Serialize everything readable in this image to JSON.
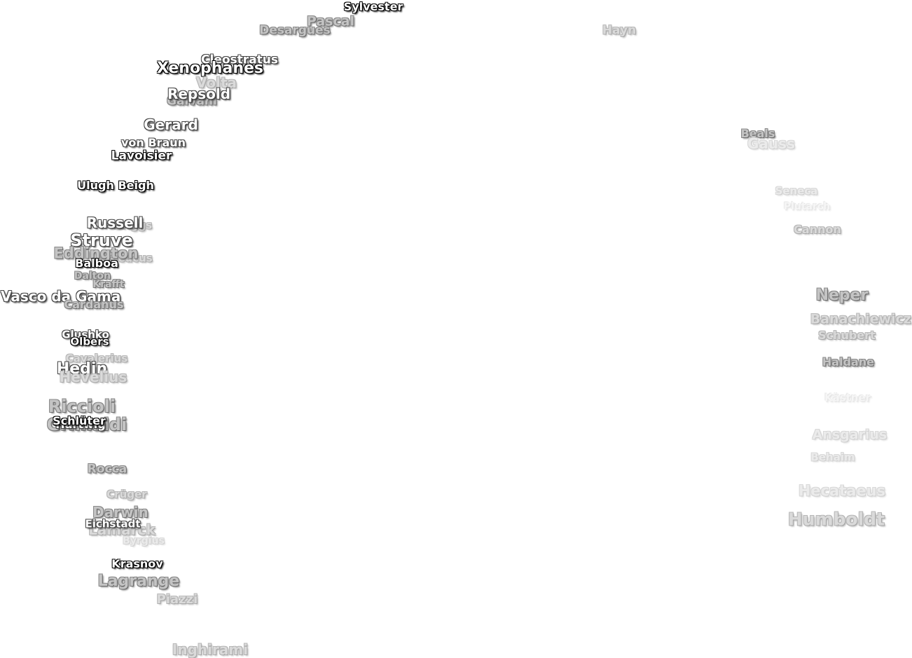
{
  "map_labels": [
    {
      "name": "Sylvester",
      "tone": 0
    },
    {
      "name": "Pascal",
      "tone": 2
    },
    {
      "name": "Desargues",
      "tone": 2
    },
    {
      "name": "Hayn",
      "tone": 3
    },
    {
      "name": "Cleostratus",
      "tone": 1
    },
    {
      "name": "Xenophanes",
      "tone": 0
    },
    {
      "name": "Volta",
      "tone": 3
    },
    {
      "name": "Galvani",
      "tone": 2
    },
    {
      "name": "Repsold",
      "tone": 1
    },
    {
      "name": "Gerard",
      "tone": 1
    },
    {
      "name": "von Braun",
      "tone": 1
    },
    {
      "name": "Lavoisier",
      "tone": 0
    },
    {
      "name": "Ulugh Beigh",
      "tone": 0
    },
    {
      "name": "Briggs",
      "tone": 3
    },
    {
      "name": "Russell",
      "tone": 1
    },
    {
      "name": "Struve",
      "tone": 1
    },
    {
      "name": "Seleucus",
      "tone": 3
    },
    {
      "name": "Eddington",
      "tone": 2
    },
    {
      "name": "Balboa",
      "tone": 0
    },
    {
      "name": "Dalton",
      "tone": 2
    },
    {
      "name": "Krafft",
      "tone": 2
    },
    {
      "name": "Vasco da Gama",
      "tone": 1
    },
    {
      "name": "Cardanus",
      "tone": 2
    },
    {
      "name": "Glushko",
      "tone": 1
    },
    {
      "name": "Olbers",
      "tone": 0
    },
    {
      "name": "Cavalerius",
      "tone": 3
    },
    {
      "name": "Hedin",
      "tone": 1
    },
    {
      "name": "Hevelius",
      "tone": 3
    },
    {
      "name": "Riccioli",
      "tone": 2
    },
    {
      "name": "Grimaldi",
      "tone": 2
    },
    {
      "name": "Hartwig",
      "tone": 1
    },
    {
      "name": "Schlüter",
      "tone": 0
    },
    {
      "name": "Rocca",
      "tone": 2
    },
    {
      "name": "Crüger",
      "tone": 3
    },
    {
      "name": "Darwin",
      "tone": 2
    },
    {
      "name": "Lamarck",
      "tone": 3
    },
    {
      "name": "Eichstadt",
      "tone": 1
    },
    {
      "name": "Byrgius",
      "tone": 4
    },
    {
      "name": "Krasnov",
      "tone": 0
    },
    {
      "name": "Lagrange",
      "tone": 2
    },
    {
      "name": "Piazzi",
      "tone": 3
    },
    {
      "name": "Inghirami",
      "tone": 3
    },
    {
      "name": "Beals",
      "tone": 2
    },
    {
      "name": "Gauss",
      "tone": 4
    },
    {
      "name": "Seneca",
      "tone": 4
    },
    {
      "name": "Plutarch",
      "tone": 5
    },
    {
      "name": "Cannon",
      "tone": 3
    },
    {
      "name": "Neper",
      "tone": 2
    },
    {
      "name": "Banachiewicz",
      "tone": 3
    },
    {
      "name": "Schubert",
      "tone": 3
    },
    {
      "name": "Haldane",
      "tone": 2
    },
    {
      "name": "Kästner",
      "tone": 5
    },
    {
      "name": "Ansgarius",
      "tone": 4
    },
    {
      "name": "Behaim",
      "tone": 4
    },
    {
      "name": "Hecataeus",
      "tone": 4
    },
    {
      "name": "Humboldt",
      "tone": 3
    }
  ]
}
